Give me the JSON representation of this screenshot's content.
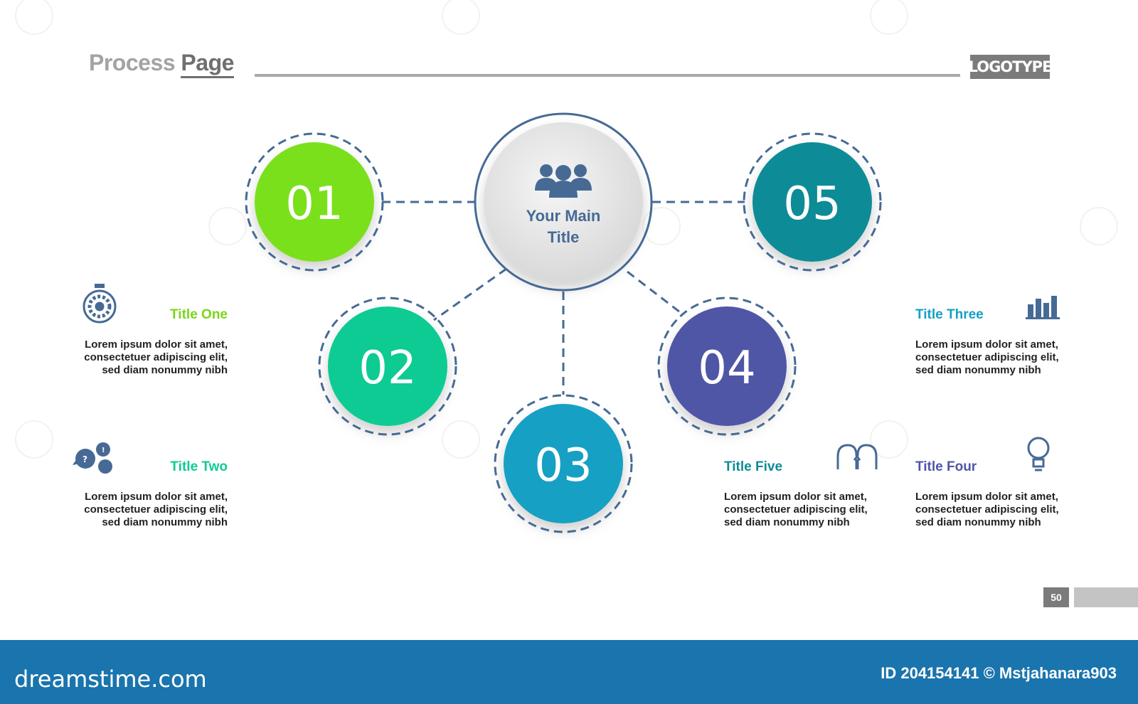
{
  "header": {
    "title_prefix": "Process",
    "title_suffix": "Page",
    "logo": "LOGOTYPE"
  },
  "diagram": {
    "center": {
      "title_line1": "Your Main",
      "title_line2": "Title",
      "icon": "group-people-icon"
    },
    "nodes": [
      {
        "number": "01",
        "color": "#7ae01d"
      },
      {
        "number": "02",
        "color": "#0fcb93"
      },
      {
        "number": "03",
        "color": "#14a0c4"
      },
      {
        "number": "04",
        "color": "#4f56a6"
      },
      {
        "number": "05",
        "color": "#0f8c97"
      }
    ],
    "connector_color": "#476a95"
  },
  "items": [
    {
      "title": "Title One",
      "color": "#7ad61a",
      "icon": "stopwatch-gear-icon",
      "lines": [
        "Lorem ipsum dolor sit amet,",
        "consectetuer adipiscing elit,",
        "sed diam nonummy nibh"
      ]
    },
    {
      "title": "Title Two",
      "color": "#0fcb93",
      "icon": "chat-bubbles-icon",
      "lines": [
        "Lorem ipsum dolor sit amet,",
        "consectetuer adipiscing elit,",
        "sed diam nonummy nibh"
      ]
    },
    {
      "title": "Title Three",
      "color": "#14a0c4",
      "icon": "bar-chart-icon",
      "lines": [
        "Lorem ipsum dolor sit amet,",
        "consectetuer adipiscing elit,",
        "sed diam nonummy nibh"
      ]
    },
    {
      "title": "Title Four",
      "color": "#4f56a6",
      "icon": "lightbulb-icon",
      "lines": [
        "Lorem ipsum dolor sit amet,",
        "consectetuer adipiscing elit,",
        "sed diam nonummy nibh"
      ]
    },
    {
      "title": "Title Five",
      "color": "#0f8c97",
      "icon": "two-heads-icon",
      "lines": [
        "Lorem ipsum dolor sit amet,",
        "consectetuer adipiscing elit,",
        "sed diam nonummy nibh"
      ]
    }
  ],
  "page_number": "50",
  "footer": {
    "brand": "dreamstime.com",
    "id_text": "ID 204154141 © Mstjahanara903"
  }
}
